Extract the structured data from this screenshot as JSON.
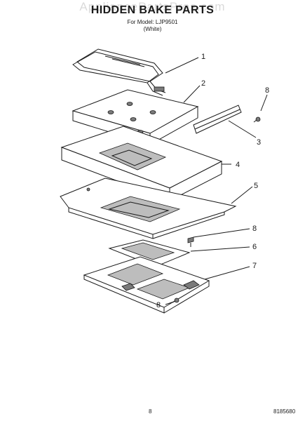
{
  "watermark": "AppliancePartsPros.com",
  "title": "HIDDEN BAKE PARTS",
  "subtitle_model": "For Model: LJP9501",
  "subtitle_color": "(White)",
  "callouts": [
    "1",
    "2",
    "8",
    "3",
    "4",
    "5",
    "8",
    "6",
    "7",
    "8"
  ],
  "page_number": "8",
  "doc_number": "8185680"
}
